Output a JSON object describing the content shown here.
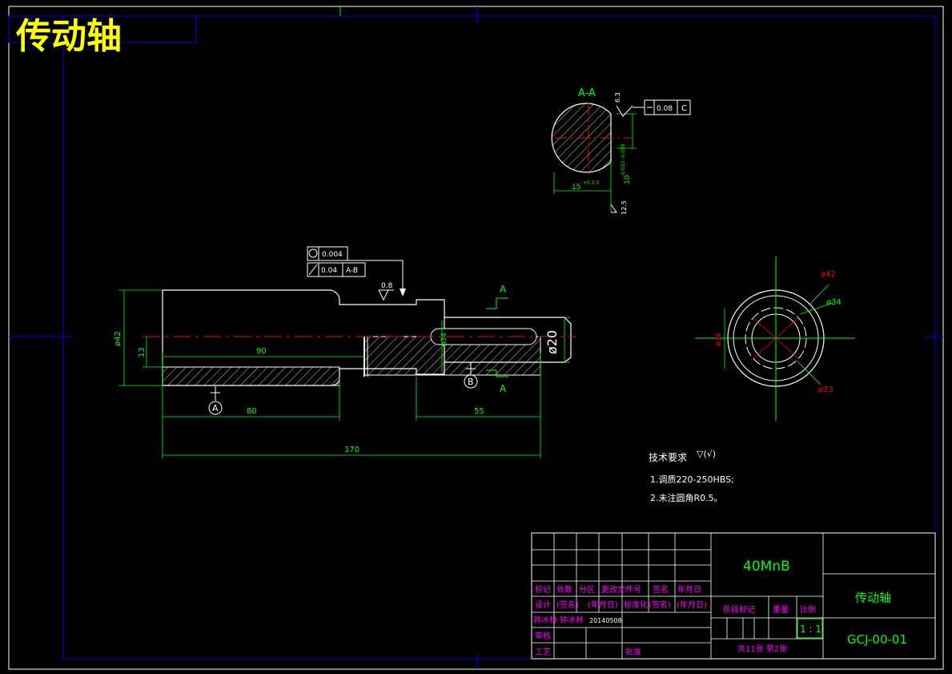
{
  "sheet": {
    "title": "传动轴",
    "drawing_number": "GCJ-00-01",
    "material": "40MnB",
    "part_name": "传动轴"
  },
  "section": {
    "label": "A-A",
    "width_dim": "15",
    "width_tol": "+0.2\n0",
    "depth_dim": "10",
    "depth_tol": "-0.022\n-0.058",
    "roughness_top": "6.3",
    "roughness_bottom": "12.5",
    "tol_symmetry": "0.08",
    "tol_datum": "C"
  },
  "main_view": {
    "dia_left": "ø42",
    "dim_13": "13",
    "dim_90": "90",
    "dim_80": "80",
    "dim_170": "170",
    "dim_55": "55",
    "dia_20": "ø20",
    "dia_34": "ø34",
    "datum_a": "A",
    "datum_b": "B",
    "chamfer": "0.8",
    "section_mark_top": "A",
    "section_mark_bottom": "A",
    "tol_row1_value": "0.004",
    "tol_row2_value": "0.04",
    "tol_row2_datum": "A-B"
  },
  "end_view": {
    "dia_42": "ø42",
    "dia_34": "ø34",
    "dia_36": "ø36",
    "dia_23": "ø23"
  },
  "requirements": {
    "heading": "技术要求",
    "roughness_sym": "▽(√)",
    "item1": "1.调质220-250HBS;",
    "item2": "2.未注圆角R0.5。"
  },
  "title_block": {
    "h_biaoji": "标记",
    "h_chushu": "处数",
    "h_fenqu": "分区",
    "h_gengai": "更改文件号",
    "h_qianming": "签名",
    "h_nianyueri": "年月日",
    "r_sheji": "设计",
    "r_qianming": "(签名)",
    "r_nianyueri": "(年月日)",
    "r_biaozhunhua": "标准化",
    "r_qianming2": "(签名)",
    "r_nianyueri2": "(年月日)",
    "designer": "钟冰林",
    "designer2": "钟冰林",
    "date": "20140508",
    "r_shenhe": "审核",
    "r_gongyi": "工艺",
    "r_pizhun": "批准",
    "stage_mark": "阶段标记",
    "weight": "重量",
    "scale_label": "比例",
    "scale": "1 : 1",
    "sheets": "共11张 第2张"
  },
  "colors": {
    "frame": "#0000ff",
    "geometry": "#ffffff",
    "dimension": "#00ff00",
    "centerline": "#ff0000",
    "hatch": "#ffffff",
    "title": "#ffff00",
    "tb_text": "#ff00ff"
  }
}
